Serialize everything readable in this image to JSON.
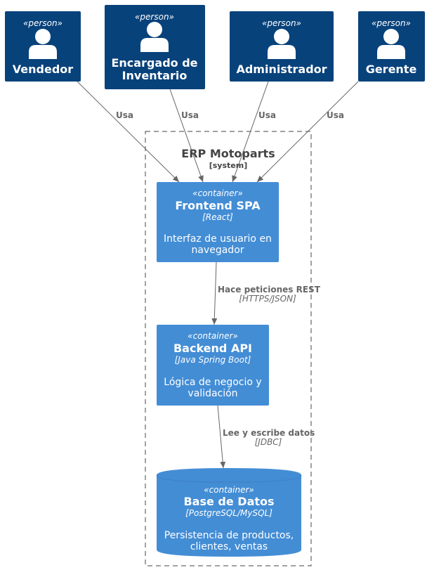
{
  "persons": [
    {
      "stereotype": "«person»",
      "name": "Vendedor"
    },
    {
      "stereotype": "«person»",
      "name_line1": "Encargado de",
      "name_line2": "Inventario"
    },
    {
      "stereotype": "«person»",
      "name": "Administrador"
    },
    {
      "stereotype": "«person»",
      "name": "Gerente"
    }
  ],
  "boundary": {
    "title": "ERP Motoparts",
    "subtitle": "[system]"
  },
  "containers": {
    "frontend": {
      "stereotype": "«container»",
      "name": "Frontend SPA",
      "tech": "[React]",
      "desc_line1": "Interfaz de usuario en",
      "desc_line2": "navegador"
    },
    "backend": {
      "stereotype": "«container»",
      "name": "Backend API",
      "tech": "[Java Spring Boot]",
      "desc_line1": "Lógica de negocio y",
      "desc_line2": "validación"
    },
    "database": {
      "stereotype": "«container»",
      "name": "Base de Datos",
      "tech": "[PostgreSQL/MySQL]",
      "desc_line1": "Persistencia de productos,",
      "desc_line2": "clientes, ventas"
    }
  },
  "relations": {
    "uses": [
      "Usa",
      "Usa",
      "Usa",
      "Usa"
    ],
    "frontend_to_backend": {
      "label": "Hace peticiones REST",
      "tech": "[HTTPS/JSON]"
    },
    "backend_to_db": {
      "label": "Lee y escribe datos",
      "tech": "[JDBC]"
    }
  },
  "colors": {
    "person": "#08427B",
    "container": "#438DD5",
    "edge": "#666666",
    "boundary": "#444444"
  }
}
